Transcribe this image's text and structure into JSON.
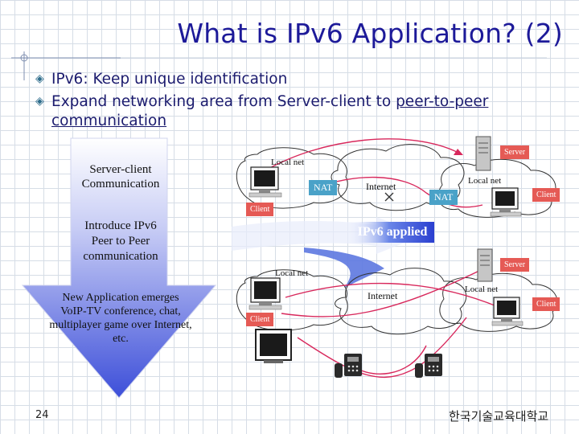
{
  "slide": {
    "title": "What is IPv6 Application? (2)",
    "bullets": [
      {
        "text": "IPv6: Keep unique identification"
      },
      {
        "text_before": "Expand networking area from Server-client to ",
        "text_link": "peer-to-peer",
        "text_line2": "communication"
      }
    ],
    "stages": {
      "stage1": [
        "Server-client",
        "Communication"
      ],
      "stage2": [
        "Introduce IPv6",
        "Peer to Peer",
        "communication"
      ],
      "stage3": [
        "New Application emerges",
        "VoIP-TV conference, chat,",
        "multiplayer game over Internet,",
        "etc."
      ]
    },
    "top_diagram": {
      "server_label": "Server",
      "local_net_left": "Local net",
      "local_net_right": "Local net",
      "nat_left": "NAT",
      "nat_right": "NAT",
      "internet": "Internet",
      "client_left": "Client",
      "client_right": "Client"
    },
    "ipv6_applied": "IPv6 applied",
    "bottom_diagram": {
      "server_label": "Server",
      "local_net_left": "Local net",
      "local_net_right": "Local net",
      "internet": "Internet",
      "client_left": "Client",
      "client_right": "Client"
    },
    "page_number": "24",
    "university": "한국기술교육대학교"
  },
  "colors": {
    "title": "#1d1a99",
    "arrow_top": "#ffffff",
    "arrow_bottom": "#3d4fd9",
    "tag_bg": "#e55a55",
    "nat_bg": "#4aa2c8",
    "link_line": "#d8285c"
  }
}
